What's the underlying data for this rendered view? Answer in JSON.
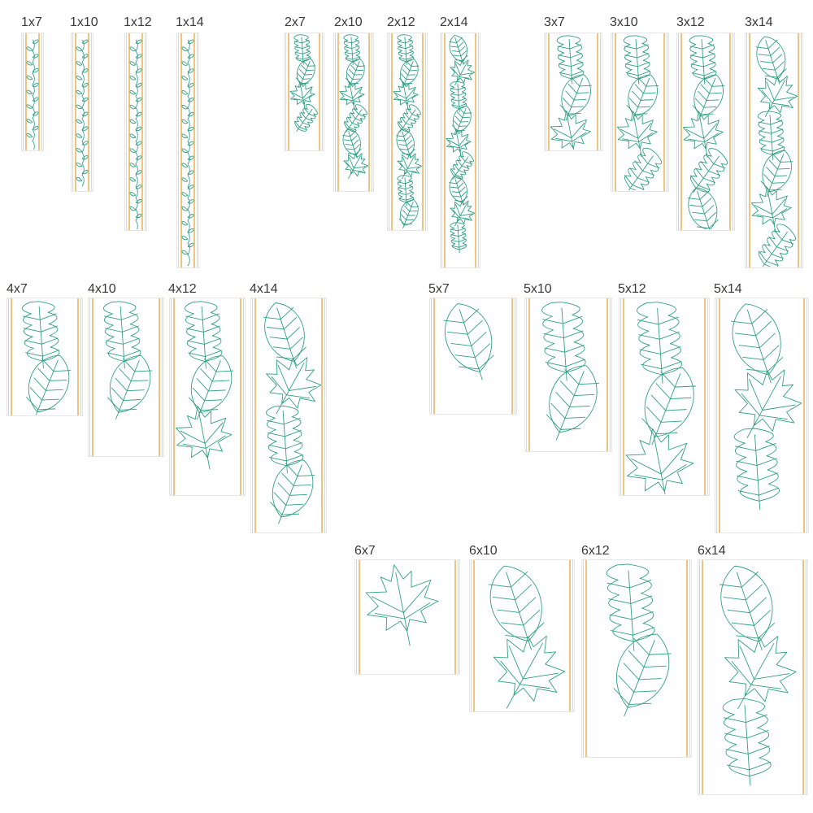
{
  "colors": {
    "stitch": "#2e9e83",
    "rail_orange": "#f0c37e",
    "rail_gray": "#d7d7d7",
    "label": "#3a3a3a"
  },
  "sizes": [
    {
      "id": "1x7",
      "label": "1x7",
      "width_in": 1,
      "height_in": 7
    },
    {
      "id": "1x10",
      "label": "1x10",
      "width_in": 1,
      "height_in": 10
    },
    {
      "id": "1x12",
      "label": "1x12",
      "width_in": 1,
      "height_in": 12
    },
    {
      "id": "1x14",
      "label": "1x14",
      "width_in": 1,
      "height_in": 14
    },
    {
      "id": "2x7",
      "label": "2x7",
      "width_in": 2,
      "height_in": 7
    },
    {
      "id": "2x10",
      "label": "2x10",
      "width_in": 2,
      "height_in": 10
    },
    {
      "id": "2x12",
      "label": "2x12",
      "width_in": 2,
      "height_in": 12
    },
    {
      "id": "2x14",
      "label": "2x14",
      "width_in": 2,
      "height_in": 14
    },
    {
      "id": "3x7",
      "label": "3x7",
      "width_in": 3,
      "height_in": 7
    },
    {
      "id": "3x10",
      "label": "3x10",
      "width_in": 3,
      "height_in": 10
    },
    {
      "id": "3x12",
      "label": "3x12",
      "width_in": 3,
      "height_in": 12
    },
    {
      "id": "3x14",
      "label": "3x14",
      "width_in": 3,
      "height_in": 14
    },
    {
      "id": "4x7",
      "label": "4x7",
      "width_in": 4,
      "height_in": 7
    },
    {
      "id": "4x10",
      "label": "4x10",
      "width_in": 4,
      "height_in": 10
    },
    {
      "id": "4x12",
      "label": "4x12",
      "width_in": 4,
      "height_in": 12
    },
    {
      "id": "4x14",
      "label": "4x14",
      "width_in": 4,
      "height_in": 14
    },
    {
      "id": "5x7",
      "label": "5x7",
      "width_in": 5,
      "height_in": 7
    },
    {
      "id": "5x10",
      "label": "5x10",
      "width_in": 5,
      "height_in": 10
    },
    {
      "id": "5x12",
      "label": "5x12",
      "width_in": 5,
      "height_in": 12
    },
    {
      "id": "5x14",
      "label": "5x14",
      "width_in": 5,
      "height_in": 14
    },
    {
      "id": "6x7",
      "label": "6x7",
      "width_in": 6,
      "height_in": 7
    },
    {
      "id": "6x10",
      "label": "6x10",
      "width_in": 6,
      "height_in": 10
    },
    {
      "id": "6x12",
      "label": "6x12",
      "width_in": 6,
      "height_in": 12
    },
    {
      "id": "6x14",
      "label": "6x14",
      "width_in": 6,
      "height_in": 14
    }
  ]
}
